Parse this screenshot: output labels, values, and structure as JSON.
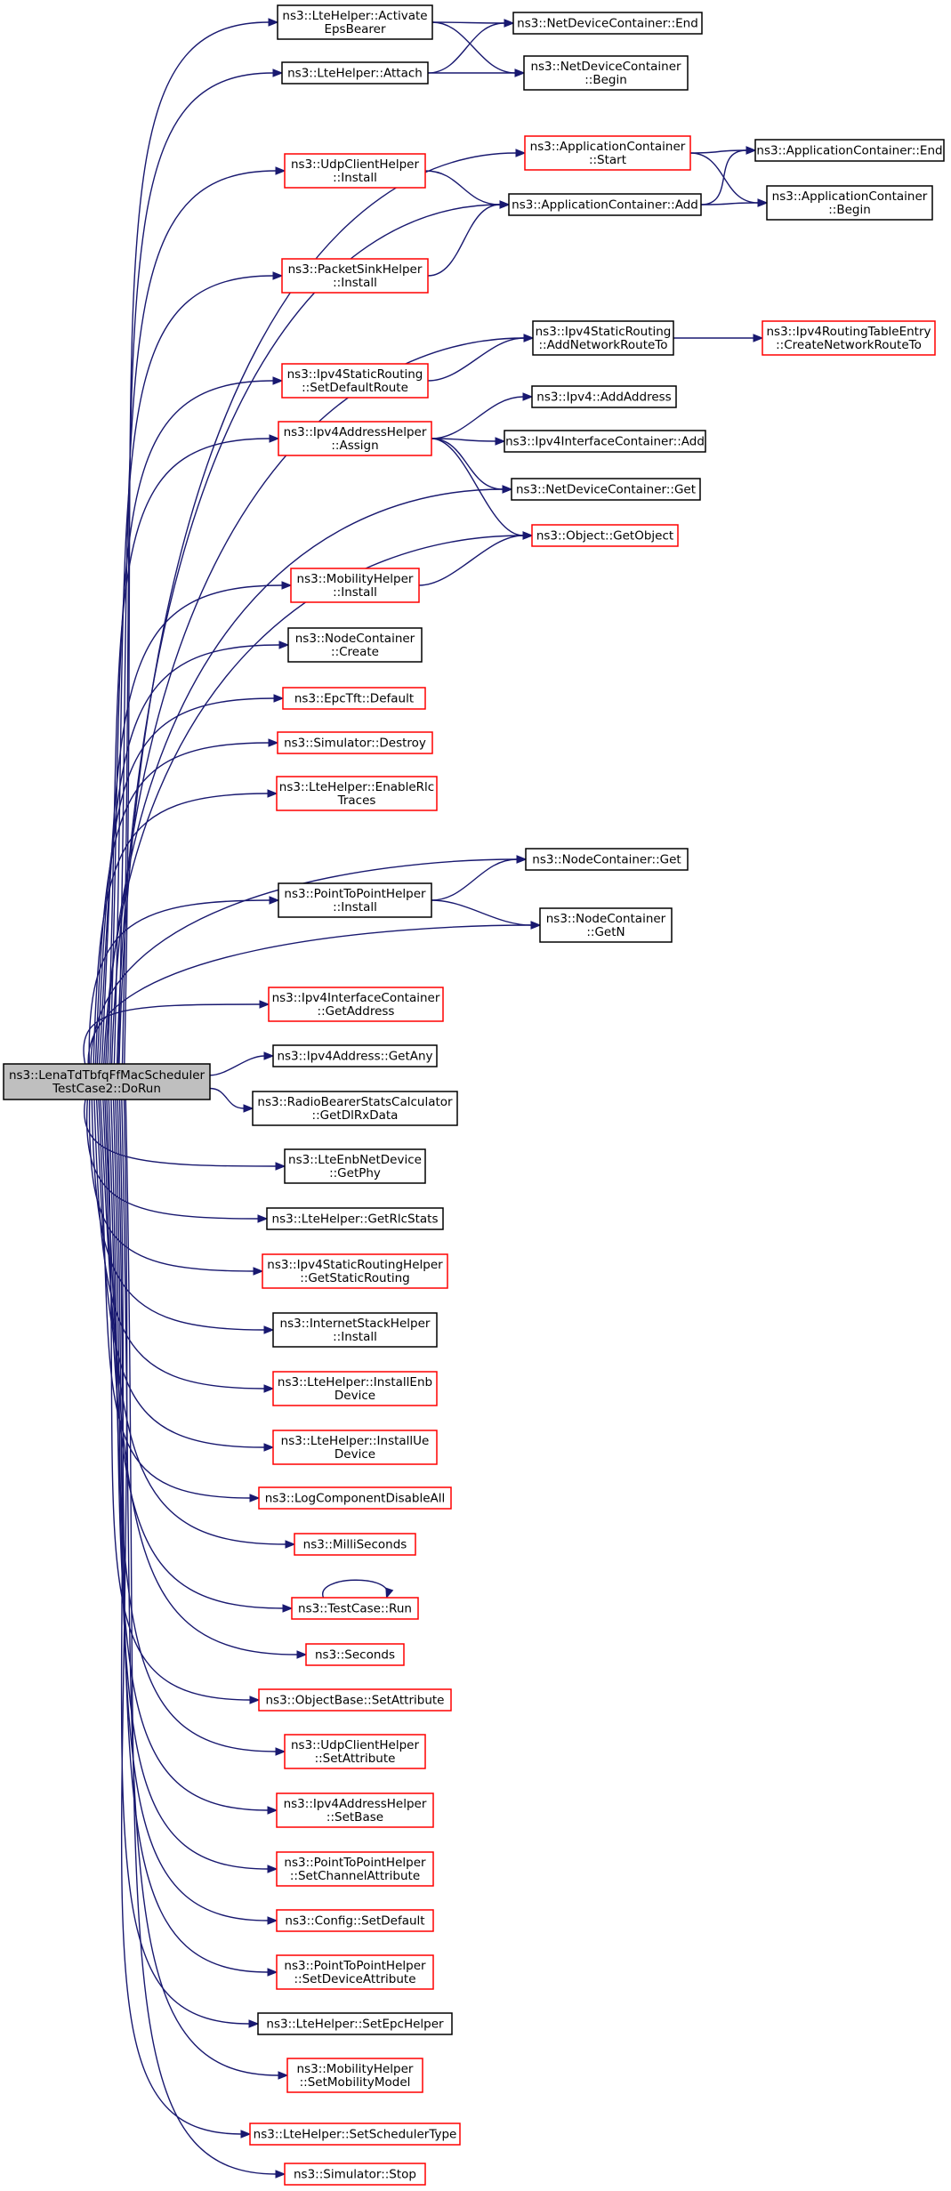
{
  "colors": {
    "edge": "#191970",
    "red_border": "#ff0000",
    "black_border": "#000000",
    "root_fill": "#bfbfbf"
  },
  "nodes": [
    {
      "id": "root",
      "style": "root",
      "lines": [
        "ns3::LenaTdTbfqFfMacScheduler",
        "TestCase2::DoRun"
      ]
    },
    {
      "id": "activate",
      "style": "black",
      "lines": [
        "ns3::LteHelper::Activate",
        "EpsBearer"
      ]
    },
    {
      "id": "ndc_end",
      "style": "black",
      "lines": [
        "ns3::NetDeviceContainer::End"
      ]
    },
    {
      "id": "attach",
      "style": "black",
      "lines": [
        "ns3::LteHelper::Attach"
      ]
    },
    {
      "id": "ndc_begin",
      "style": "black",
      "lines": [
        "ns3::NetDeviceContainer",
        "::Begin"
      ]
    },
    {
      "id": "app_start",
      "style": "red",
      "lines": [
        "ns3::ApplicationContainer",
        "::Start"
      ]
    },
    {
      "id": "app_end",
      "style": "black",
      "lines": [
        "ns3::ApplicationContainer::End"
      ]
    },
    {
      "id": "udp_install",
      "style": "red",
      "lines": [
        "ns3::UdpClientHelper",
        "::Install"
      ]
    },
    {
      "id": "app_add",
      "style": "black",
      "lines": [
        "ns3::ApplicationContainer::Add"
      ]
    },
    {
      "id": "app_begin",
      "style": "black",
      "lines": [
        "ns3::ApplicationContainer",
        "::Begin"
      ]
    },
    {
      "id": "sink_install",
      "style": "red",
      "lines": [
        "ns3::PacketSinkHelper",
        "::Install"
      ]
    },
    {
      "id": "addnet",
      "style": "black",
      "lines": [
        "ns3::Ipv4StaticRouting",
        "::AddNetworkRouteTo"
      ]
    },
    {
      "id": "create_route",
      "style": "red",
      "lines": [
        "ns3::Ipv4RoutingTableEntry",
        "::CreateNetworkRouteTo"
      ]
    },
    {
      "id": "setdefault",
      "style": "red",
      "lines": [
        "ns3::Ipv4StaticRouting",
        "::SetDefaultRoute"
      ]
    },
    {
      "id": "addaddr",
      "style": "black",
      "lines": [
        "ns3::Ipv4::AddAddress"
      ]
    },
    {
      "id": "assign",
      "style": "red",
      "lines": [
        "ns3::Ipv4AddressHelper",
        "::Assign"
      ]
    },
    {
      "id": "ific_add",
      "style": "black",
      "lines": [
        "ns3::Ipv4InterfaceContainer::Add"
      ]
    },
    {
      "id": "ndc_get",
      "style": "black",
      "lines": [
        "ns3::NetDeviceContainer::Get"
      ]
    },
    {
      "id": "getobj",
      "style": "red",
      "lines": [
        "ns3::Object::GetObject"
      ]
    },
    {
      "id": "mob_install",
      "style": "red",
      "lines": [
        "ns3::MobilityHelper",
        "::Install"
      ]
    },
    {
      "id": "nc_create",
      "style": "black",
      "lines": [
        "ns3::NodeContainer",
        "::Create"
      ]
    },
    {
      "id": "epctft",
      "style": "red",
      "lines": [
        "ns3::EpcTft::Default"
      ]
    },
    {
      "id": "sim_destroy",
      "style": "red",
      "lines": [
        "ns3::Simulator::Destroy"
      ]
    },
    {
      "id": "enablerlc",
      "style": "red",
      "lines": [
        "ns3::LteHelper::EnableRlc",
        "Traces"
      ]
    },
    {
      "id": "nc_get",
      "style": "black",
      "lines": [
        "ns3::NodeContainer::Get"
      ]
    },
    {
      "id": "p2p_install",
      "style": "black",
      "lines": [
        "ns3::PointToPointHelper",
        "::Install"
      ]
    },
    {
      "id": "nc_getn",
      "style": "black",
      "lines": [
        "ns3::NodeContainer",
        "::GetN"
      ]
    },
    {
      "id": "ific_getaddr",
      "style": "red",
      "lines": [
        "ns3::Ipv4InterfaceContainer",
        "::GetAddress"
      ]
    },
    {
      "id": "getany",
      "style": "black",
      "lines": [
        "ns3::Ipv4Address::GetAny"
      ]
    },
    {
      "id": "rbstats",
      "style": "black",
      "lines": [
        "ns3::RadioBearerStatsCalculator",
        "::GetDlRxData"
      ]
    },
    {
      "id": "getphy",
      "style": "black",
      "lines": [
        "ns3::LteEnbNetDevice",
        "::GetPhy"
      ]
    },
    {
      "id": "getrlc",
      "style": "black",
      "lines": [
        "ns3::LteHelper::GetRlcStats"
      ]
    },
    {
      "id": "getstatic",
      "style": "red",
      "lines": [
        "ns3::Ipv4StaticRoutingHelper",
        "::GetStaticRouting"
      ]
    },
    {
      "id": "inet_install",
      "style": "black",
      "lines": [
        "ns3::InternetStackHelper",
        "::Install"
      ]
    },
    {
      "id": "installenb",
      "style": "red",
      "lines": [
        "ns3::LteHelper::InstallEnb",
        "Device"
      ]
    },
    {
      "id": "installue",
      "style": "red",
      "lines": [
        "ns3::LteHelper::InstallUe",
        "Device"
      ]
    },
    {
      "id": "logdisable",
      "style": "red",
      "lines": [
        "ns3::LogComponentDisableAll"
      ]
    },
    {
      "id": "millisec",
      "style": "red",
      "lines": [
        "ns3::MilliSeconds"
      ]
    },
    {
      "id": "tc_run",
      "style": "red",
      "lines": [
        "ns3::TestCase::Run"
      ]
    },
    {
      "id": "seconds",
      "style": "red",
      "lines": [
        "ns3::Seconds"
      ]
    },
    {
      "id": "setattr",
      "style": "red",
      "lines": [
        "ns3::ObjectBase::SetAttribute"
      ]
    },
    {
      "id": "udp_setattr",
      "style": "red",
      "lines": [
        "ns3::UdpClientHelper",
        "::SetAttribute"
      ]
    },
    {
      "id": "setbase",
      "style": "red",
      "lines": [
        "ns3::Ipv4AddressHelper",
        "::SetBase"
      ]
    },
    {
      "id": "p2p_chan",
      "style": "red",
      "lines": [
        "ns3::PointToPointHelper",
        "::SetChannelAttribute"
      ]
    },
    {
      "id": "cfg_default",
      "style": "red",
      "lines": [
        "ns3::Config::SetDefault"
      ]
    },
    {
      "id": "p2p_dev",
      "style": "red",
      "lines": [
        "ns3::PointToPointHelper",
        "::SetDeviceAttribute"
      ]
    },
    {
      "id": "setepc",
      "style": "black",
      "lines": [
        "ns3::LteHelper::SetEpcHelper"
      ]
    },
    {
      "id": "setmob",
      "style": "red",
      "lines": [
        "ns3::MobilityHelper",
        "::SetMobilityModel"
      ]
    },
    {
      "id": "setsched",
      "style": "red",
      "lines": [
        "ns3::LteHelper::SetSchedulerType"
      ]
    },
    {
      "id": "sim_stop",
      "style": "red",
      "lines": [
        "ns3::Simulator::Stop"
      ]
    }
  ],
  "edges": [
    [
      "activate",
      "ndc_end"
    ],
    [
      "activate",
      "ndc_begin"
    ],
    [
      "attach",
      "ndc_end"
    ],
    [
      "attach",
      "ndc_begin"
    ],
    [
      "app_start",
      "app_end"
    ],
    [
      "app_start",
      "app_begin"
    ],
    [
      "app_add",
      "app_end"
    ],
    [
      "app_add",
      "app_begin"
    ],
    [
      "udp_install",
      "app_add"
    ],
    [
      "sink_install",
      "app_add"
    ],
    [
      "addnet",
      "create_route"
    ],
    [
      "setdefault",
      "addnet"
    ],
    [
      "assign",
      "addaddr"
    ],
    [
      "assign",
      "ific_add"
    ],
    [
      "assign",
      "ndc_get"
    ],
    [
      "assign",
      "getobj"
    ],
    [
      "mob_install",
      "getobj"
    ],
    [
      "p2p_install",
      "nc_get"
    ],
    [
      "p2p_install",
      "nc_getn"
    ],
    [
      "tc_run",
      "tc_run"
    ],
    [
      "root",
      "activate"
    ],
    [
      "root",
      "attach"
    ],
    [
      "root",
      "app_start"
    ],
    [
      "root",
      "udp_install"
    ],
    [
      "root",
      "app_add"
    ],
    [
      "root",
      "sink_install"
    ],
    [
      "root",
      "addnet"
    ],
    [
      "root",
      "setdefault"
    ],
    [
      "root",
      "assign"
    ],
    [
      "root",
      "ndc_get"
    ],
    [
      "root",
      "getobj"
    ],
    [
      "root",
      "mob_install"
    ],
    [
      "root",
      "nc_create"
    ],
    [
      "root",
      "epctft"
    ],
    [
      "root",
      "sim_destroy"
    ],
    [
      "root",
      "enablerlc"
    ],
    [
      "root",
      "nc_get"
    ],
    [
      "root",
      "p2p_install"
    ],
    [
      "root",
      "nc_getn"
    ],
    [
      "root",
      "ific_getaddr"
    ],
    [
      "root",
      "getany"
    ],
    [
      "root",
      "rbstats"
    ],
    [
      "root",
      "getphy"
    ],
    [
      "root",
      "getrlc"
    ],
    [
      "root",
      "getstatic"
    ],
    [
      "root",
      "inet_install"
    ],
    [
      "root",
      "installenb"
    ],
    [
      "root",
      "installue"
    ],
    [
      "root",
      "logdisable"
    ],
    [
      "root",
      "millisec"
    ],
    [
      "root",
      "tc_run"
    ],
    [
      "root",
      "seconds"
    ],
    [
      "root",
      "setattr"
    ],
    [
      "root",
      "udp_setattr"
    ],
    [
      "root",
      "setbase"
    ],
    [
      "root",
      "p2p_chan"
    ],
    [
      "root",
      "cfg_default"
    ],
    [
      "root",
      "p2p_dev"
    ],
    [
      "root",
      "setepc"
    ],
    [
      "root",
      "setmob"
    ],
    [
      "root",
      "setsched"
    ],
    [
      "root",
      "sim_stop"
    ]
  ]
}
